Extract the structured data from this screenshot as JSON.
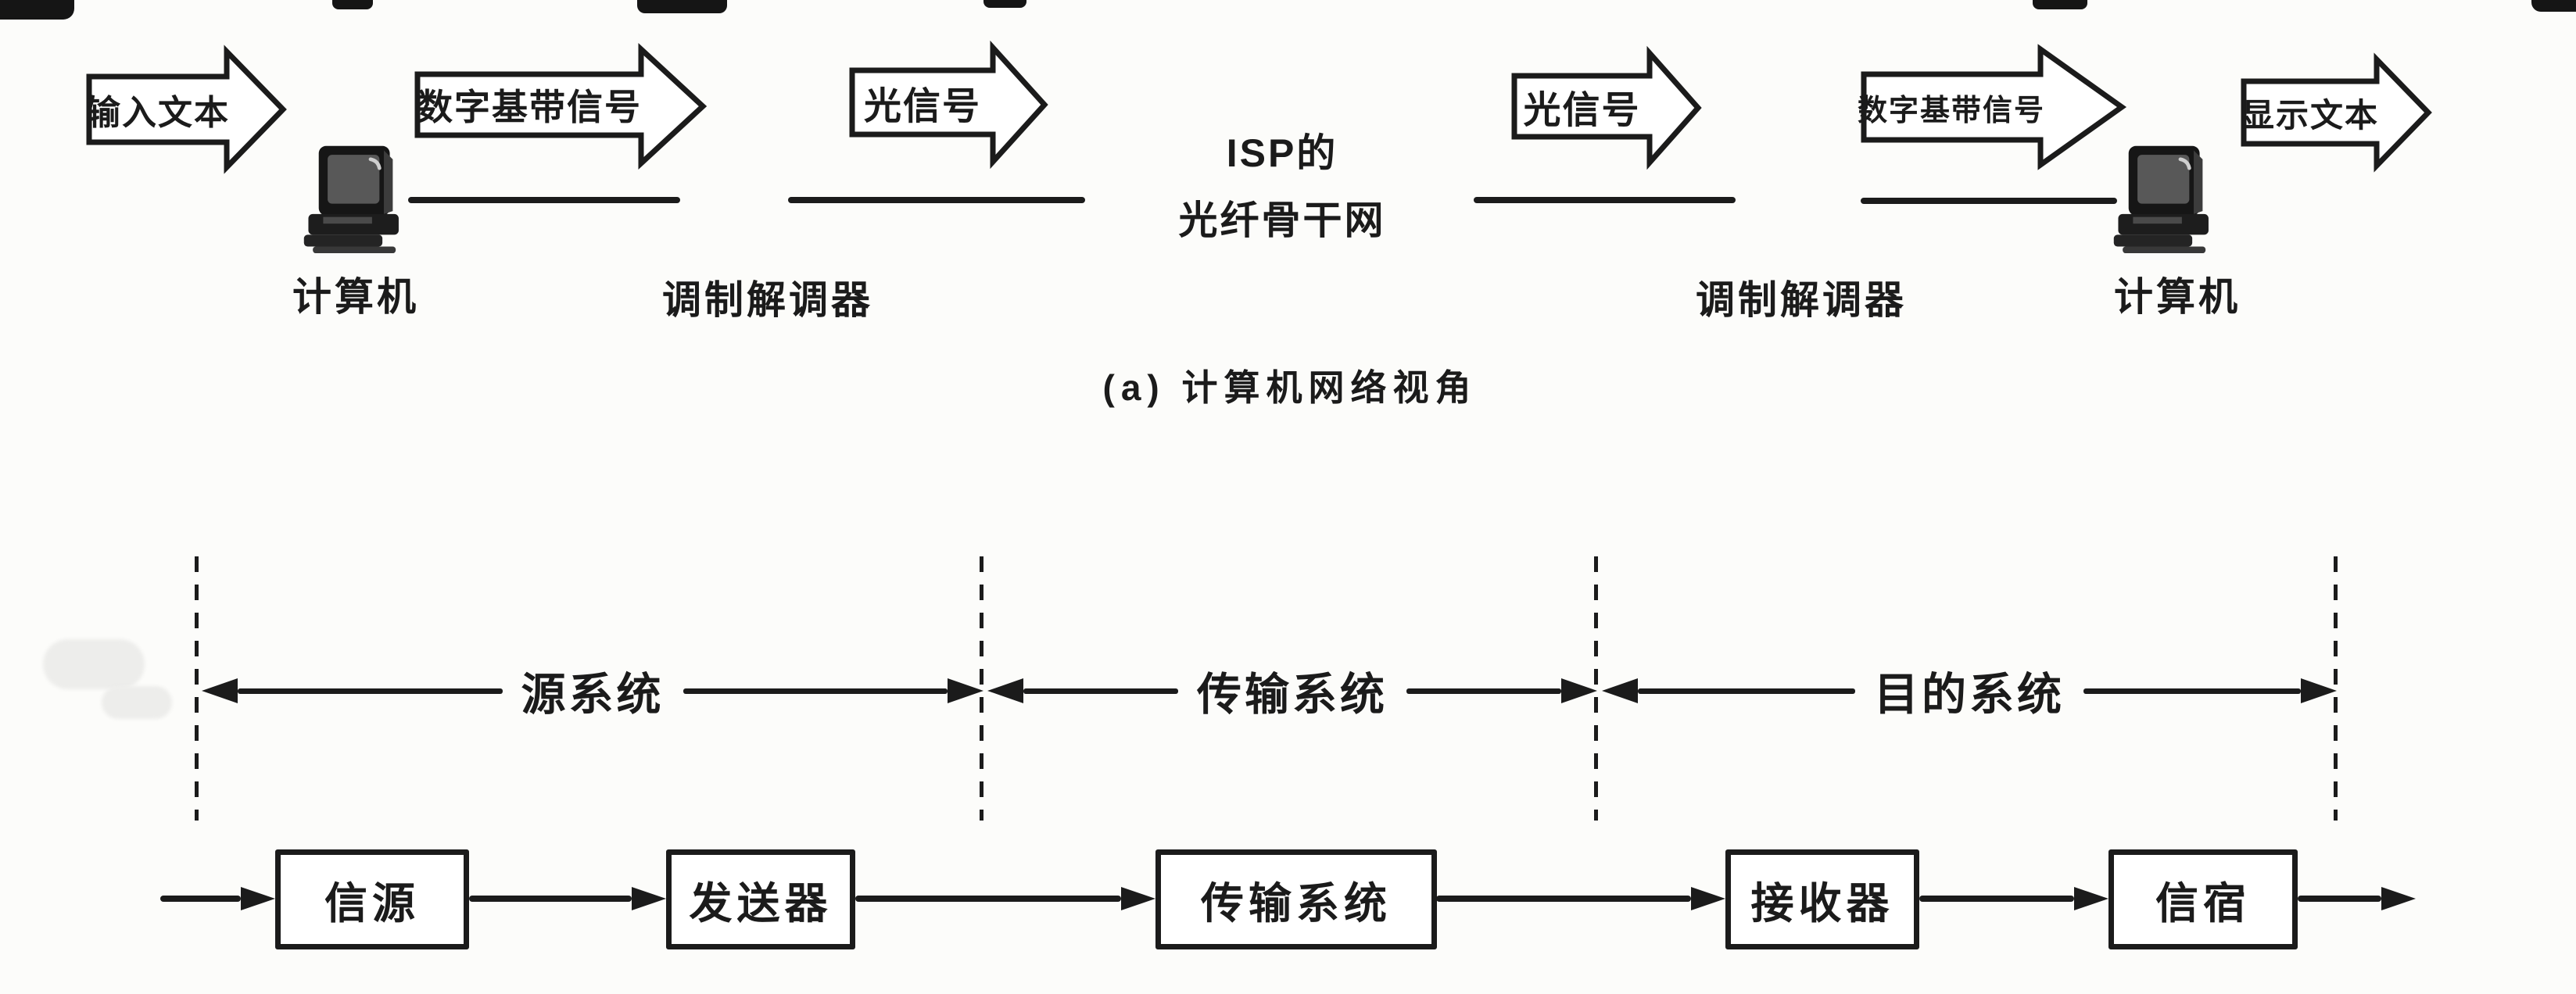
{
  "top": {
    "arrows": [
      {
        "label": "输入文本"
      },
      {
        "label": "数字基带信号"
      },
      {
        "label": "光信号"
      },
      {
        "label": "光信号"
      },
      {
        "label": "数字基带信号"
      },
      {
        "label": "显示文本"
      }
    ],
    "computers": [
      {
        "label": "计算机"
      },
      {
        "label": "计算机"
      }
    ],
    "modems": [
      {
        "label": "调制解调器"
      },
      {
        "label": "调制解调器"
      }
    ],
    "isp": {
      "line1": "ISP的",
      "line2": "光纤骨干网"
    },
    "caption": "(a) 计算机网络视角"
  },
  "bottom": {
    "sections": [
      {
        "label": "源系统"
      },
      {
        "label": "传输系统"
      },
      {
        "label": "目的系统"
      }
    ],
    "boxes": [
      {
        "label": "信源"
      },
      {
        "label": "发送器"
      },
      {
        "label": "传输系统"
      },
      {
        "label": "接收器"
      },
      {
        "label": "信宿"
      }
    ]
  },
  "icons": {
    "computer": "desktop-computer-icon"
  },
  "colors": {
    "ink": "#1b1b1b",
    "paper": "#fcfcfa"
  }
}
